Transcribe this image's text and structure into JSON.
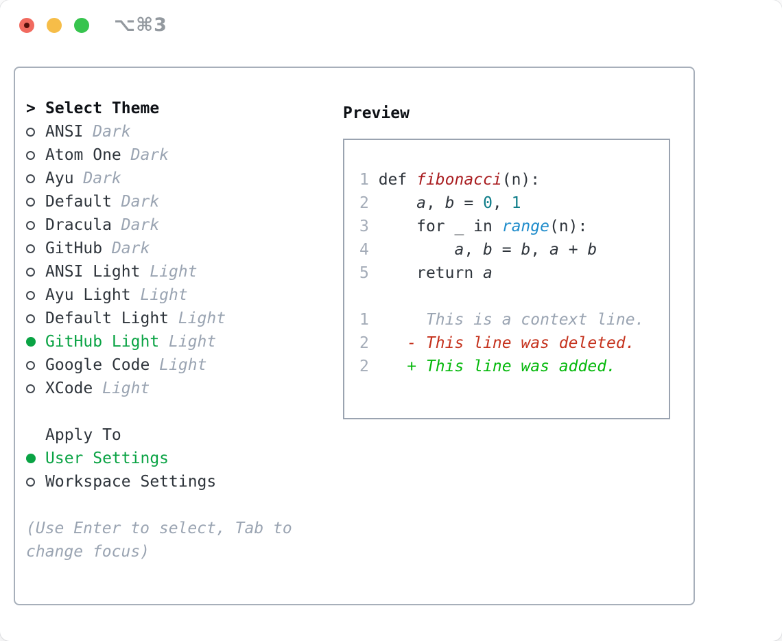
{
  "window": {
    "title": "⌥⌘3",
    "traffic_lights": [
      "close",
      "minimize",
      "zoom"
    ]
  },
  "colors": {
    "selection_green": "#0aa344",
    "added_green": "#04b80b",
    "deleted_red": "#c5321d",
    "function_red": "#a91d20",
    "number_teal": "#0e7d89",
    "builtin_blue": "#1f8ccb",
    "muted_gray": "#9aa4b2",
    "panel_border": "#a7afba",
    "light_red": "#f16a5f",
    "light_yellow": "#f6bd48",
    "light_green": "#37c44e"
  },
  "theme_panel": {
    "header": {
      "marker": ">",
      "label": "Select Theme"
    },
    "themes": [
      {
        "name": "ANSI",
        "variant": "Dark",
        "selected": false
      },
      {
        "name": "Atom One",
        "variant": "Dark",
        "selected": false
      },
      {
        "name": "Ayu",
        "variant": "Dark",
        "selected": false
      },
      {
        "name": "Default",
        "variant": "Dark",
        "selected": false
      },
      {
        "name": "Dracula",
        "variant": "Dark",
        "selected": false
      },
      {
        "name": "GitHub",
        "variant": "Dark",
        "selected": false
      },
      {
        "name": "ANSI Light",
        "variant": "Light",
        "selected": false
      },
      {
        "name": "Ayu Light",
        "variant": "Light",
        "selected": false
      },
      {
        "name": "Default Light",
        "variant": "Light",
        "selected": false
      },
      {
        "name": "GitHub Light",
        "variant": "Light",
        "selected": true
      },
      {
        "name": "Google Code",
        "variant": "Light",
        "selected": false
      },
      {
        "name": "XCode",
        "variant": "Light",
        "selected": false
      }
    ],
    "apply_to": {
      "label": "Apply To",
      "options": [
        {
          "name": "User Settings",
          "selected": true
        },
        {
          "name": "Workspace Settings",
          "selected": false
        }
      ]
    },
    "hint_lines": [
      "(Use Enter to select, Tab to",
      "change focus)"
    ]
  },
  "preview": {
    "label": "Preview",
    "code_lines": [
      {
        "num": "1",
        "segs": [
          {
            "t": "def "
          },
          {
            "t": "fibonacci",
            "c": "function",
            "i": true
          },
          {
            "t": "(n):"
          }
        ]
      },
      {
        "num": "2",
        "segs": [
          {
            "t": "    "
          },
          {
            "t": "a",
            "i": true
          },
          {
            "t": ", "
          },
          {
            "t": "b",
            "i": true
          },
          {
            "t": " = "
          },
          {
            "t": "0",
            "c": "number"
          },
          {
            "t": ", "
          },
          {
            "t": "1",
            "c": "number"
          }
        ]
      },
      {
        "num": "3",
        "segs": [
          {
            "t": "    for _ in "
          },
          {
            "t": "range",
            "c": "builtin",
            "i": true
          },
          {
            "t": "(n):"
          }
        ]
      },
      {
        "num": "4",
        "segs": [
          {
            "t": "        "
          },
          {
            "t": "a",
            "i": true
          },
          {
            "t": ", "
          },
          {
            "t": "b",
            "i": true
          },
          {
            "t": " = "
          },
          {
            "t": "b",
            "i": true
          },
          {
            "t": ", "
          },
          {
            "t": "a",
            "i": true
          },
          {
            "t": " + "
          },
          {
            "t": "b",
            "i": true
          }
        ]
      },
      {
        "num": "5",
        "segs": [
          {
            "t": "    return "
          },
          {
            "t": "a",
            "i": true
          }
        ]
      }
    ],
    "diff_lines": [
      {
        "num": "1",
        "segs": [
          {
            "t": "     This is a context line.",
            "c": "context",
            "i": true
          }
        ]
      },
      {
        "num": "2",
        "segs": [
          {
            "t": "   - This line was deleted.",
            "c": "deleted",
            "i": true
          }
        ]
      },
      {
        "num": "2",
        "segs": [
          {
            "t": "   + This line was added.",
            "c": "added",
            "i": true
          }
        ]
      }
    ]
  }
}
